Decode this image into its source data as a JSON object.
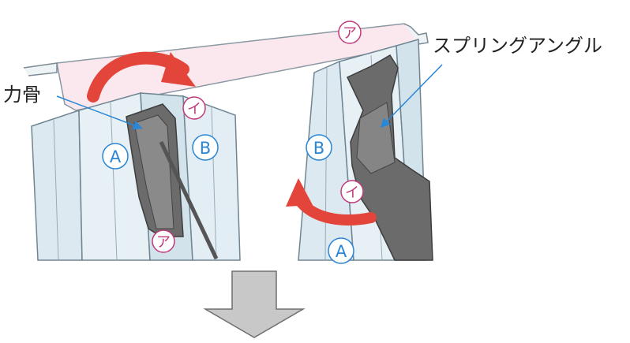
{
  "labels": {
    "chikarabone": "力骨",
    "spring_angle": "スプリングアングル"
  },
  "markers": {
    "a_kana": "ア",
    "i_kana": "イ",
    "a_latin": "A",
    "b_latin": "B"
  },
  "colors": {
    "pink_marker": "#c0397a",
    "blue_marker": "#2a86d6",
    "red_arrow": "#e4453a",
    "blue_leader": "#2a86d6",
    "frame_fill": "#dce9f1",
    "frame_stroke": "#6f8592",
    "sash_fill": "#fbe8ef",
    "dark_part": "#6b6b6b",
    "down_arrow_fill": "#c8c8c8"
  }
}
